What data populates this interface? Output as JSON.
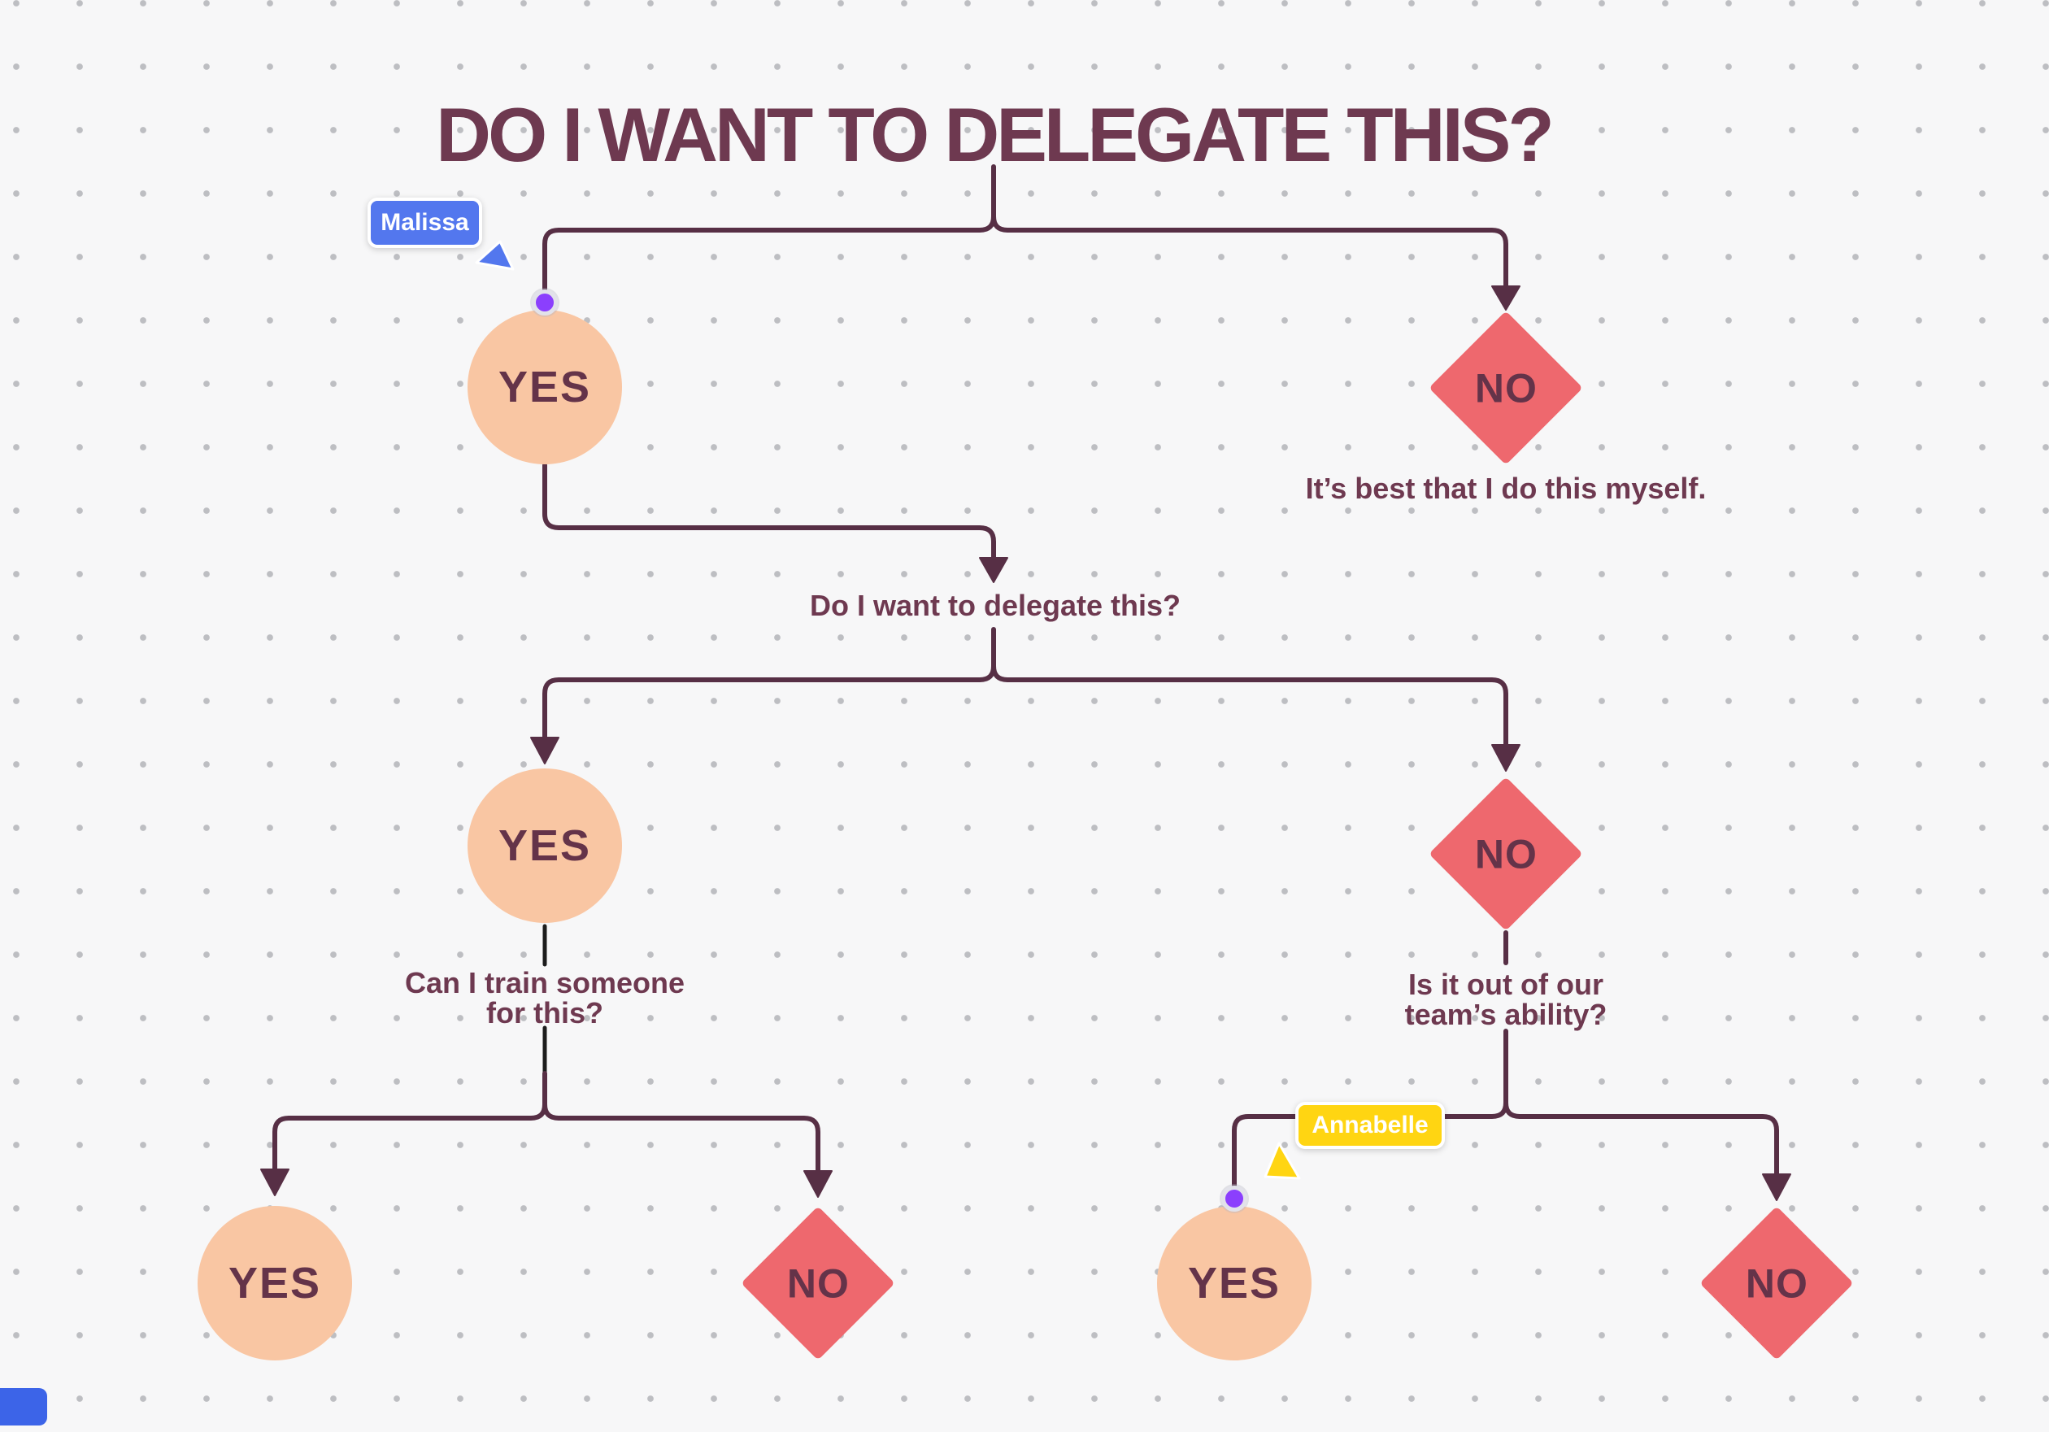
{
  "canvas": {
    "title": "DO I WANT TO DELEGATE THIS?"
  },
  "theme": {
    "bg": "#f7f7f8",
    "dot": "#bdbec2",
    "line": "#572f45",
    "line-black": "#1c1c1c",
    "maroon-text": "#6e3950",
    "circle-fill": "#f9c6a3",
    "diamond-fill": "#ee686e",
    "node-text": "#643349",
    "malissa-blue": "#5377ee",
    "annabelle-yellow": "#ffd512",
    "handle-purple": "#8b3ffd",
    "corner-blue": "#3c64e8"
  },
  "nodes": {
    "yes1": {
      "label": "YES"
    },
    "no1": {
      "label": "NO",
      "note": "It’s best that I do this myself."
    },
    "q_delegate": {
      "text": "Do I want to delegate this?"
    },
    "yes2": {
      "label": "YES"
    },
    "q_train": {
      "line1": "Can I train someone",
      "line2": "for this?"
    },
    "no2": {
      "label": "NO"
    },
    "q_ability": {
      "line1": "Is it out of our",
      "line2": "team’s ability?"
    },
    "yes3_left": {
      "label": "YES"
    },
    "no3_left": {
      "label": "NO"
    },
    "yes3_right": {
      "label": "YES"
    },
    "no3_right": {
      "label": "NO"
    }
  },
  "collaborators": [
    {
      "name": "Malissa"
    },
    {
      "name": "Annabelle"
    }
  ]
}
